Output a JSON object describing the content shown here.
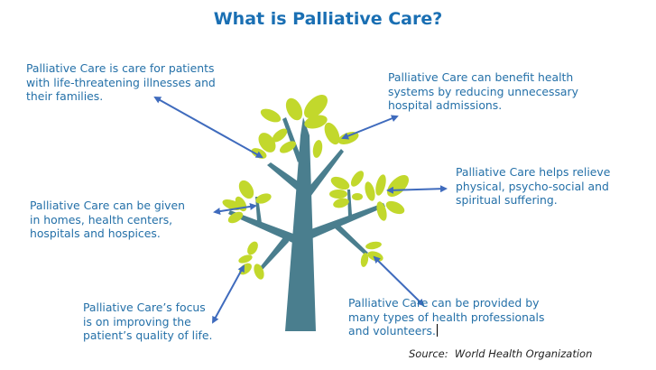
{
  "title": "What is Palliative Care?",
  "colors": {
    "title": "#1a6fb3",
    "text": "#2470a8",
    "trunk": "#4a7e8e",
    "leaf": "#c2d82c",
    "arrow": "#3f6bbd"
  },
  "callouts": [
    {
      "id": "definition",
      "text": "Palliative Care is care for patients\nwith life-threatening illnesses and\ntheir families."
    },
    {
      "id": "health-systems",
      "text": "Palliative Care can benefit health\nsystems by reducing unnecessary\nhospital admissions."
    },
    {
      "id": "relieve-suffering",
      "text": "Palliative Care helps relieve\nphysical, psycho-social and\nspiritual suffering."
    },
    {
      "id": "settings",
      "text": "Palliative Care can be given\nin homes, health centers,\nhospitals and hospices."
    },
    {
      "id": "focus",
      "text": "Palliative Care’s focus\nis on improving the\npatient’s quality of life."
    },
    {
      "id": "providers",
      "text": "Palliative Care can be provided by\nmany types of health professionals\nand volunteers."
    }
  ],
  "source": "Source:  World Health Organization",
  "icons": {
    "tree": "tree-illustration",
    "arrow": "double-headed-arrow"
  }
}
